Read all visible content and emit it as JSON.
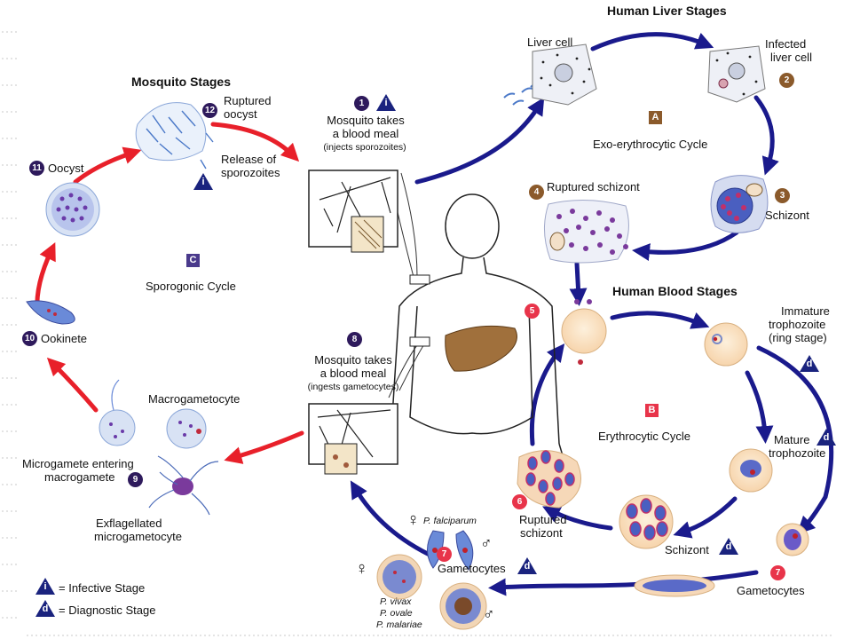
{
  "sections": {
    "liver": "Human Liver Stages",
    "blood": "Human Blood Stages",
    "mosquito": "Mosquito Stages"
  },
  "cycles": {
    "exo": {
      "code": "A",
      "label": "Exo-erythrocytic Cycle"
    },
    "ery": {
      "code": "B",
      "label": "Erythrocytic Cycle"
    },
    "spo": {
      "code": "C",
      "label": "Sporogonic Cycle"
    }
  },
  "stages": {
    "s1": {
      "num": "1",
      "line1": "Mosquito takes",
      "line2": "a blood meal",
      "line3": "(injects sporozoites)"
    },
    "liver_cell": "Liver cell",
    "s2": {
      "num": "2",
      "line1": "Infected",
      "line2": "liver cell"
    },
    "s3": {
      "num": "3",
      "label": "Schizont"
    },
    "s4": {
      "num": "4",
      "label": "Ruptured schizont"
    },
    "s5": {
      "num": "5"
    },
    "immature": {
      "line1": "Immature",
      "line2": "trophozoite",
      "line3": "(ring stage)"
    },
    "mature": {
      "line1": "Mature",
      "line2": "trophozoite"
    },
    "schizont_blood": "Schizont",
    "s6": {
      "num": "6",
      "line1": "Ruptured",
      "line2": "schizont"
    },
    "s7": {
      "num": "7",
      "label": "Gametocytes"
    },
    "s7b": {
      "num": "7",
      "label": "Gametocytes"
    },
    "s8": {
      "num": "8",
      "line1": "Mosquito takes",
      "line2": "a blood meal",
      "line3": "(ingests gametocytes)"
    },
    "s9": {
      "num": "9",
      "line1": "Microgamete entering",
      "line2": "macrogamete"
    },
    "macro": "Macrogametocyte",
    "exfl": {
      "line1": "Exflagellated",
      "line2": "microgametocyte"
    },
    "s10": {
      "num": "10",
      "label": "Ookinete"
    },
    "s11": {
      "num": "11",
      "label": "Oocyst"
    },
    "s12": {
      "num": "12",
      "line1": "Ruptured",
      "line2": "oocyst"
    },
    "release": {
      "line1": "Release of",
      "line2": "sporozoites"
    }
  },
  "species": {
    "falciparum": "P. falciparum",
    "vivax": "P. vivax",
    "ovale": "P. ovale",
    "malariae": "P. malariae"
  },
  "symbols": {
    "female": "♀",
    "male": "♂"
  },
  "legend": {
    "infective": {
      "letter": "i",
      "text": "= Infective Stage"
    },
    "diagnostic": {
      "letter": "d",
      "text": "= Diagnostic Stage"
    }
  },
  "colors": {
    "human_arrow": "#1a1a8c",
    "mosquito_arrow": "#e8202a",
    "cell_fill": "#fbe3c4",
    "parasite": "#5a2d91",
    "liver": "#a0703c",
    "badge_blue": "#2e1a5c",
    "badge_brown": "#8b5a2b",
    "badge_red": "#e8344a"
  }
}
